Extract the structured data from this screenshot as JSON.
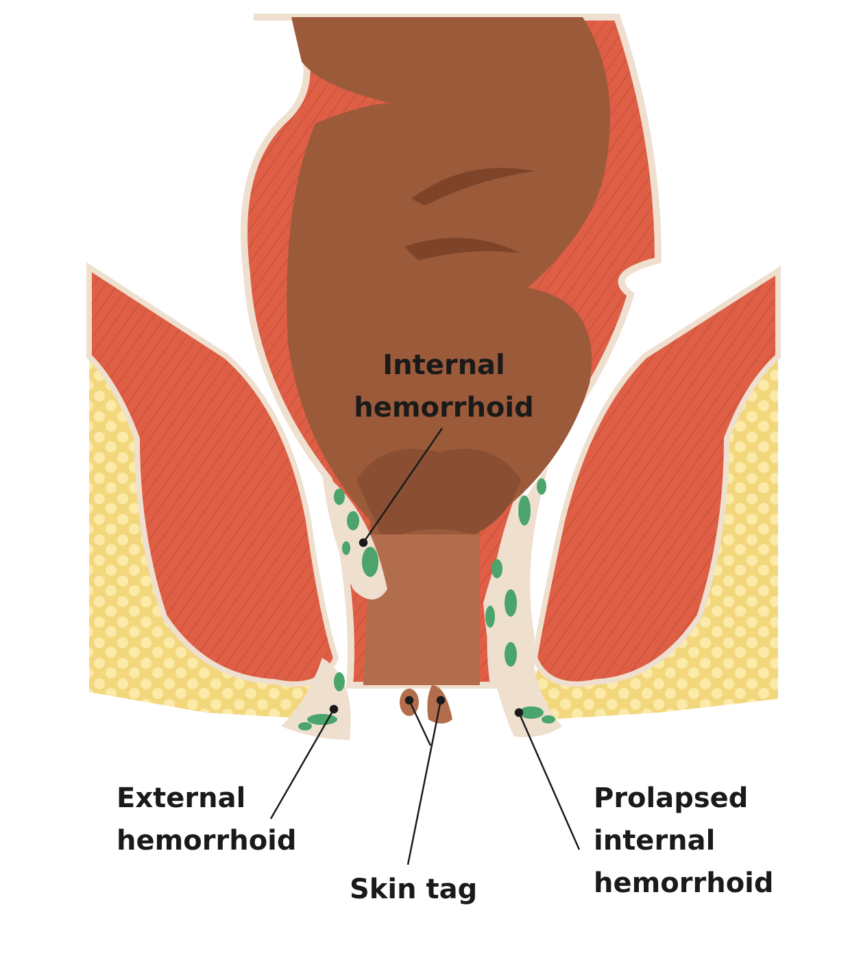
{
  "labels": {
    "internal": [
      "Internal",
      "hemorrhoid"
    ],
    "external": [
      "External",
      "hemorrhoid"
    ],
    "skin_tag": [
      "Skin tag"
    ],
    "prolapsed": [
      "Prolapsed",
      "internal",
      "hemorrhoid"
    ]
  },
  "colors": {
    "muscle": "#de5f45",
    "muscle_stripe": "#b8452f",
    "lumen": "#9b5a3a",
    "fat": "#f2d77c",
    "fat_globule": "#fbeaa8",
    "lining": "#efdfcf",
    "vessel": "#4aa46c"
  }
}
